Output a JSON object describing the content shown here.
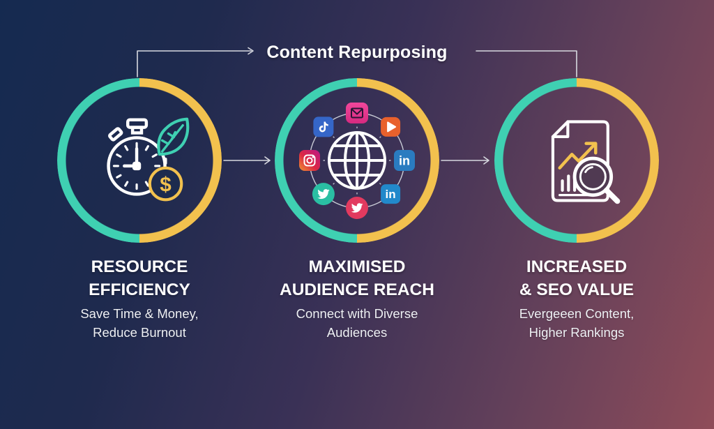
{
  "title": "Content Repurposing",
  "dollar_sign": "$",
  "linkedin_label": "in",
  "colors": {
    "background_start": "#152a50",
    "background_end": "#8f4c59",
    "ring_teal": "#3fd0b2",
    "ring_yellow": "#f2c14e",
    "connector_line": "#d7d9e0",
    "text": "#ffffff",
    "email_pink": "#e9368b",
    "tiktok_blue": "#3566c8",
    "youtube_orange": "#e8612c",
    "linkedin_blue": "#2a7cc0",
    "linkedin_alt_blue": "#2289cb",
    "twitter_teal": "#2abfa3",
    "bird_red": "#e23a5f",
    "instagram_gradient": [
      "#f09433",
      "#dc2743",
      "#bc1888"
    ]
  },
  "steps": [
    {
      "icon": "stopwatch-leaf-dollar-icon",
      "heading_line1": "RESOURCE",
      "heading_line2": "EFFICIENCY",
      "sub_line1": "Save Time & Money,",
      "sub_line2": "Reduce Burnout"
    },
    {
      "icon": "globe-social-network-icon",
      "heading_line1": "MAXIMISED",
      "heading_line2": "AUDIENCE REACH",
      "sub_line1": "Connect with Diverse",
      "sub_line2": "Audiences"
    },
    {
      "icon": "report-magnifier-icon",
      "heading_line1": "INCREASED",
      "heading_line2": "& SEO VALUE",
      "sub_line1": "Evergeeen Content,",
      "sub_line2": "Higher Rankings"
    }
  ],
  "social_icons": [
    {
      "name": "email-icon",
      "position": "top"
    },
    {
      "name": "youtube-icon",
      "position": "top-right"
    },
    {
      "name": "linkedin-icon",
      "position": "right"
    },
    {
      "name": "linkedin-icon",
      "position": "bottom-right"
    },
    {
      "name": "bird-icon",
      "position": "bottom"
    },
    {
      "name": "twitter-icon",
      "position": "bottom-left"
    },
    {
      "name": "instagram-icon",
      "position": "left"
    },
    {
      "name": "tiktok-icon",
      "position": "top-left"
    }
  ]
}
